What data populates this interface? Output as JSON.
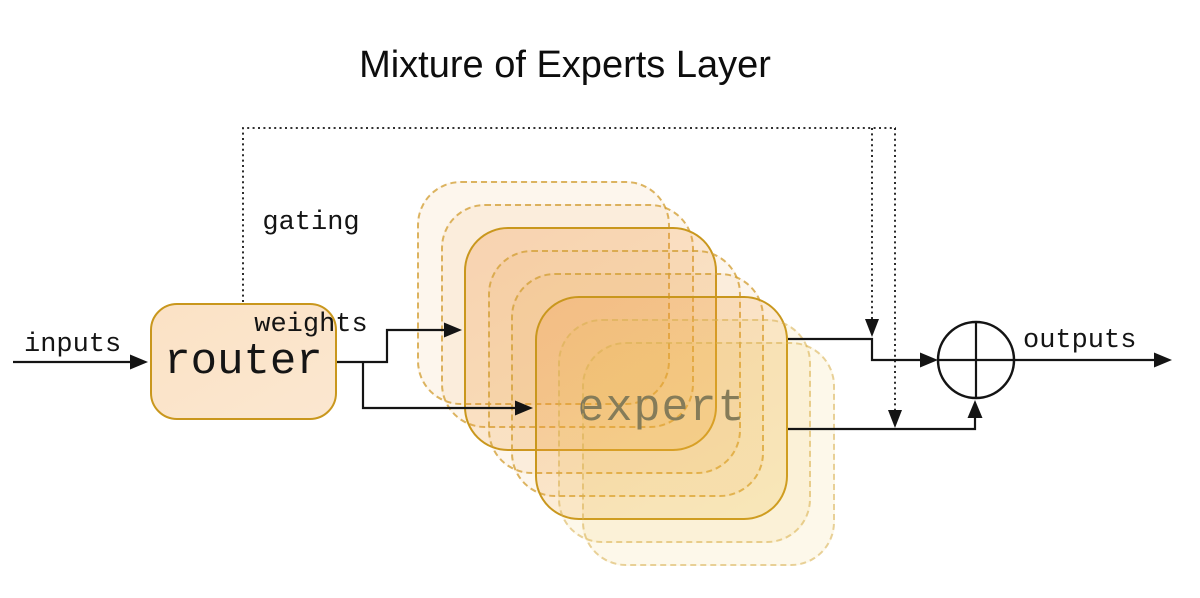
{
  "title": "Mixture of Experts Layer",
  "labels": {
    "inputs": "inputs",
    "outputs": "outputs",
    "gating_line1": "gating",
    "gating_line2": "weights"
  },
  "nodes": {
    "router": "router",
    "expert": "expert"
  },
  "expert_stack": {
    "count": 8,
    "solid_count": 2,
    "front_label": "expert"
  },
  "icons": {
    "sum": "circled-plus"
  },
  "colors": {
    "solid_border": "#C9971D",
    "dashed_border": "#D2A038",
    "router_fill": "#FBE4CA",
    "expert_fill": "#F9E2C6",
    "expert_text": "#6E6E64",
    "wire": "#141414",
    "background": "#FFFFFF"
  }
}
